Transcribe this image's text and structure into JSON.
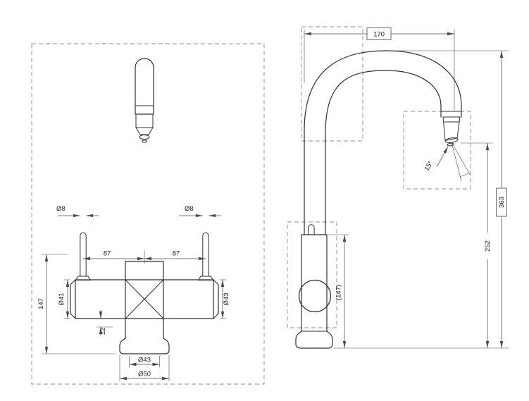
{
  "front_view": {
    "dims": {
      "lever_dia_left": "Ø8",
      "lever_dia_right": "Ø8",
      "offset_left": "87",
      "offset_right": "87",
      "height": "147",
      "body_dia_left": "Ø41",
      "body_dia_right": "Ø43",
      "step": "12",
      "neck_dia": "Ø43",
      "base_dia": "Ø50"
    }
  },
  "side_view": {
    "dims": {
      "reach": "170",
      "tip_angle": "15°",
      "spout_height": "252",
      "overall_height": "363",
      "body_height_ref": "(147)"
    }
  },
  "colors": {
    "outline": "#2f2f2f",
    "dimension": "#4a4a4a",
    "dashed_boundary": "#8f8f8f",
    "background": "#ffffff",
    "text": "#222222"
  }
}
